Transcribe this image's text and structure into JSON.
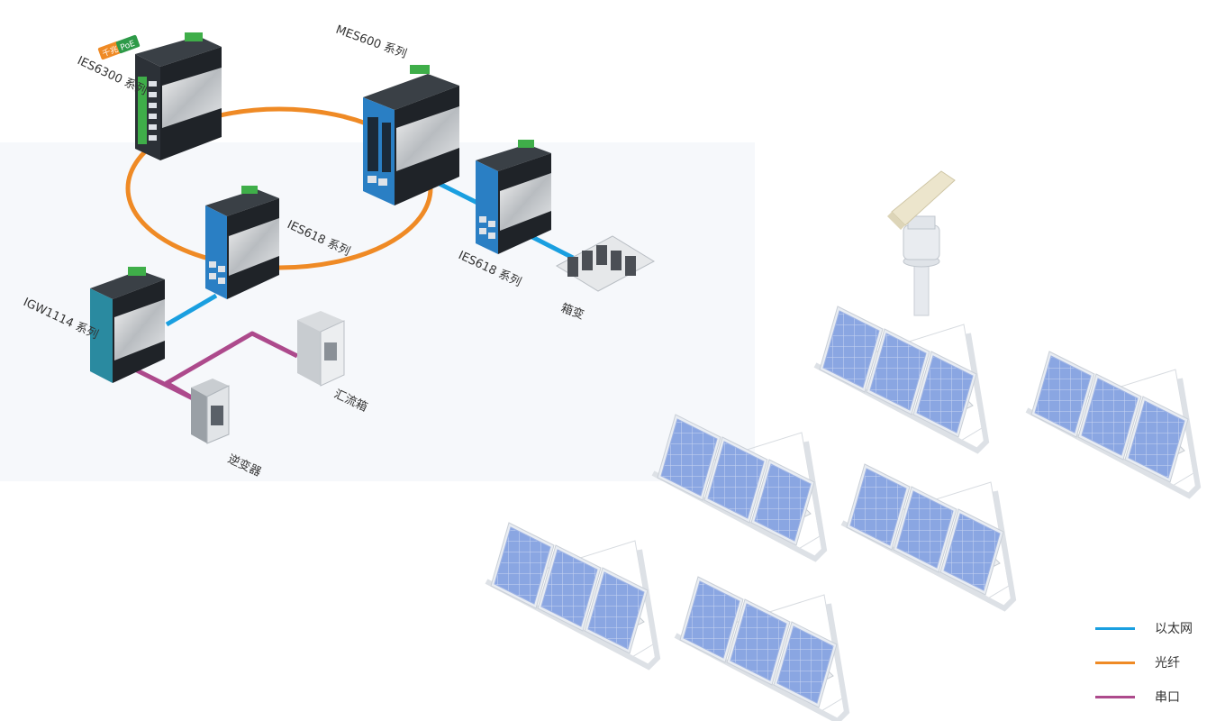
{
  "colors": {
    "ethernet": "#1a9fe0",
    "fiber": "#ef8a25",
    "serial": "#ad4a8c",
    "panel": "#7e9bd9",
    "device_dark": "#2c3137",
    "device_blue": "#2a7fc4",
    "device_green": "#3fae49",
    "badge_orange": "#ef8a25",
    "badge_green": "#2e9a48"
  },
  "devices": {
    "ies6300": {
      "label": "IES6300 系列",
      "badge_left": "千兆",
      "badge_right": "PoE"
    },
    "mes600": {
      "label": "MES600 系列"
    },
    "ies618_center": {
      "label": "IES618 系列"
    },
    "ies618_right": {
      "label": "IES618 系列"
    },
    "igw1114": {
      "label": "IGW1114 系列"
    }
  },
  "equipment": {
    "box_transformer": {
      "label": "箱变"
    },
    "combiner_box": {
      "label": "汇流箱"
    },
    "inverter": {
      "label": "逆变器"
    }
  },
  "solar": {
    "panel_count": 6
  },
  "legend": [
    {
      "label": "以太网",
      "color_key": "ethernet"
    },
    {
      "label": "光纤",
      "color_key": "fiber"
    },
    {
      "label": "串口",
      "color_key": "serial"
    }
  ]
}
